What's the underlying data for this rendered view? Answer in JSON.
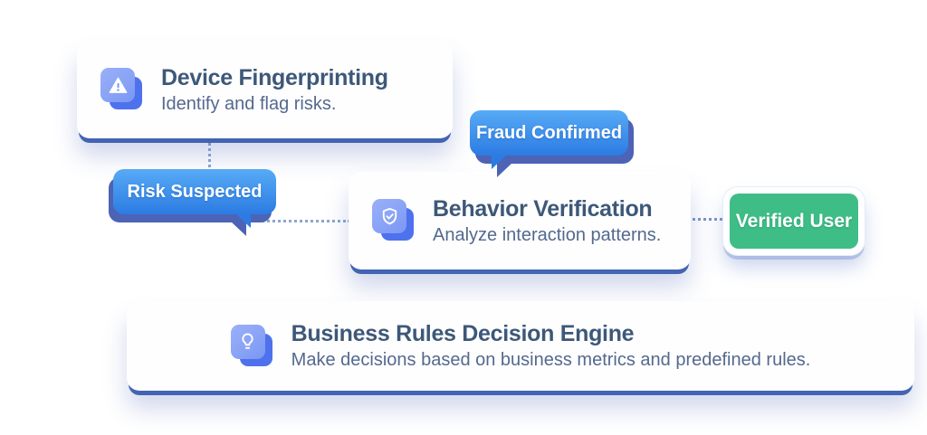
{
  "nodes": {
    "device": {
      "title": "Device Fingerprinting",
      "subtitle": "Identify and flag risks.",
      "icon": "warning-triangle-icon"
    },
    "behavior": {
      "title": "Behavior Verification",
      "subtitle": "Analyze interaction patterns.",
      "icon": "shield-check-icon"
    },
    "business": {
      "title": "Business Rules Decision Engine",
      "subtitle": "Make decisions based on business metrics and predefined rules.",
      "icon": "lightbulb-icon"
    }
  },
  "labels": {
    "fraud": "Fraud Confirmed",
    "risk": "Risk Suspected",
    "verified": "Verified User"
  },
  "colors": {
    "title": "#3d5878",
    "subtitle": "#54698e",
    "bubble_top": "#57aaf5",
    "bubble_bottom": "#2c7be3",
    "bubble_shadow": "#4d63b6",
    "card_edge": "#4264b2",
    "icon_front_a": "#9ab1f8",
    "icon_front_b": "#7b97f4",
    "icon_back": "#4e71ed",
    "verified_green": "#3ebd87",
    "connector": "#8ba6d4"
  }
}
